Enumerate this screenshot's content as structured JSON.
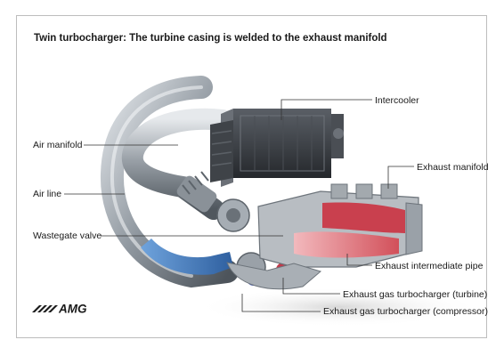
{
  "title": "Twin turbocharger: The turbine casing is welded to the exhaust manifold",
  "labels": {
    "intercooler": "Intercooler",
    "air_manifold": "Air manifold",
    "exhaust_manifold": "Exhaust manifold",
    "air_line": "Air line",
    "wastegate_valve": "Wastegate valve",
    "exhaust_intermediate_pipe": "Exhaust intermediate pipe",
    "turbocharger_turbine": "Exhaust gas turbocharger (turbine)",
    "turbocharger_compressor": "Exhaust gas turbocharger (compressor)"
  },
  "logo": {
    "text": "AMG"
  },
  "colors": {
    "cold_air": "#4f86c6",
    "hot_exhaust": "#d2505a",
    "metal": "#9aa1a8",
    "intercooler": "#3a3d42"
  }
}
